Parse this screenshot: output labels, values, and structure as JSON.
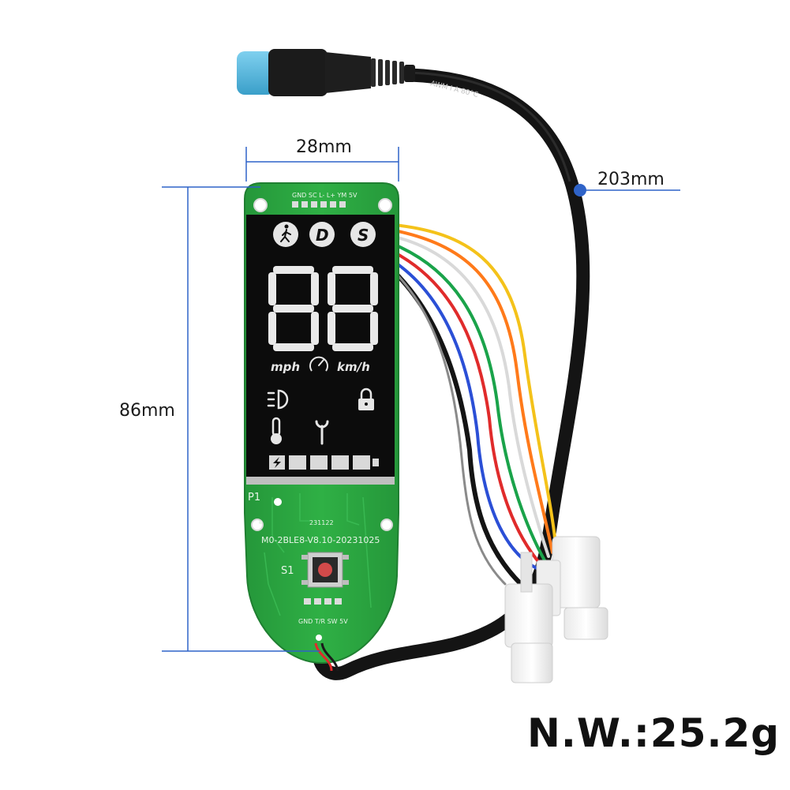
{
  "dimensions": {
    "width_label": "28mm",
    "height_label": "86mm",
    "cable_label": "203mm"
  },
  "net_weight": "N.W.:25.2g",
  "pcb": {
    "top_pins": "GND SC L- L+ YM 5V",
    "marker_p1": "P1",
    "date_code": "231122",
    "model": "M0-2BLE8-V8.10-20231025",
    "switch_label": "S1",
    "bottom_pins": "GND T/R SW 5V"
  },
  "display": {
    "digits": "88",
    "unit_left": "mph",
    "unit_right": "km/h",
    "mode_walk": "walk",
    "mode_d": "D",
    "mode_s": "S"
  },
  "cable_print": "AWM  I  A  80°C",
  "colors": {
    "pcb_green": "#2aa53e",
    "display_black": "#0c0c0c",
    "dimension_blue": "#2f63c8",
    "connector_blue": "#4fb3d9"
  },
  "icons": [
    "walk-mode-icon",
    "speedometer-icon",
    "headlight-icon",
    "lock-icon",
    "thermometer-icon",
    "wrench-icon",
    "battery-icon",
    "lightning-icon"
  ]
}
